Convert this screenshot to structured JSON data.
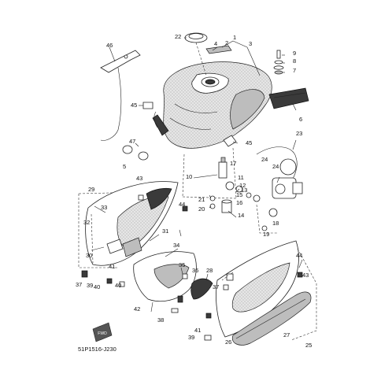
{
  "diagram_code": "51P1516-J230",
  "fwd_label": "FWD",
  "callouts": [
    "1",
    "2",
    "3",
    "4",
    "5",
    "6",
    "7",
    "8",
    "9",
    "10",
    "11",
    "12",
    "13",
    "14",
    "15",
    "16",
    "17",
    "18",
    "19",
    "20",
    "21",
    "22",
    "23",
    "24",
    "24",
    "25",
    "26",
    "27",
    "28",
    "29",
    "30",
    "31",
    "32",
    "33",
    "34",
    "35",
    "36",
    "37",
    "37",
    "38",
    "39",
    "39",
    "40",
    "40",
    "41",
    "41",
    "42",
    "43",
    "43",
    "44",
    "44",
    "45",
    "45",
    "46",
    "47"
  ],
  "colors": {
    "ink": "#222222",
    "shade": "#bdbdbd",
    "dark": "#3a3a3a",
    "background": "#ffffff"
  }
}
